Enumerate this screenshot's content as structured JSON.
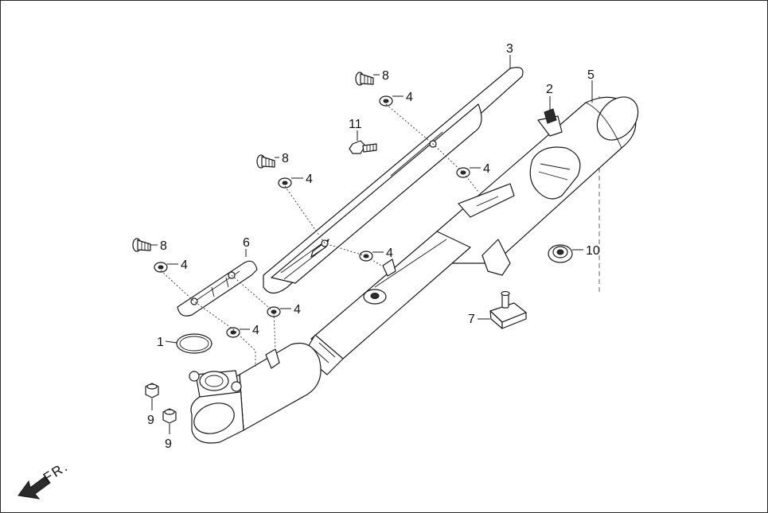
{
  "callouts": {
    "c1": "1",
    "c2": "2",
    "c3": "3",
    "c4a": "4",
    "c4b": "4",
    "c4c": "4",
    "c4d": "4",
    "c4e": "4",
    "c4f": "4",
    "c4g": "4",
    "c5": "5",
    "c6": "6",
    "c7": "7",
    "c8a": "8",
    "c8b": "8",
    "c8c": "8",
    "c9a": "9",
    "c9b": "9",
    "c10": "10",
    "c11": "11"
  },
  "direction": {
    "label": "FR."
  },
  "colors": {
    "line": "#1a1a1a",
    "background": "#ffffff"
  }
}
